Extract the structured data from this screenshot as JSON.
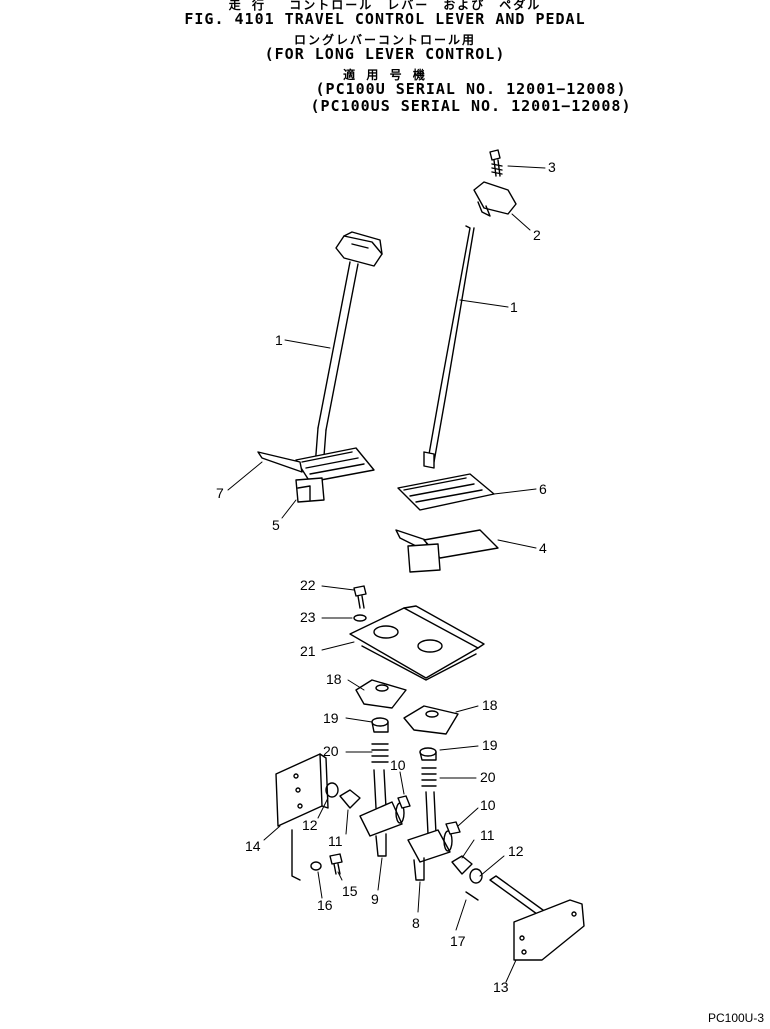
{
  "header": {
    "title_jp": "走 行　 コントロール　レバー　および　ペダル",
    "title_en": "FIG. 4101  TRAVEL CONTROL LEVER AND PEDAL",
    "subtitle_jp": "ロングレバーコントロール用",
    "subtitle_en": "(FOR LONG LEVER CONTROL)",
    "applicable_jp": "適 用 号 機",
    "serial_1": "(PC100U  SERIAL  NO. 12001−12008)",
    "serial_2": "(PC100US SERIAL  NO. 12001−12008)"
  },
  "callouts": [
    {
      "id": "c3",
      "label": "3"
    },
    {
      "id": "c2",
      "label": "2"
    },
    {
      "id": "c1a",
      "label": "1"
    },
    {
      "id": "c1b",
      "label": "1"
    },
    {
      "id": "c7",
      "label": "7"
    },
    {
      "id": "c5",
      "label": "5"
    },
    {
      "id": "c6",
      "label": "6"
    },
    {
      "id": "c4",
      "label": "4"
    },
    {
      "id": "c22",
      "label": "22"
    },
    {
      "id": "c23",
      "label": "23"
    },
    {
      "id": "c21",
      "label": "21"
    },
    {
      "id": "c18a",
      "label": "18"
    },
    {
      "id": "c18b",
      "label": "18"
    },
    {
      "id": "c19a",
      "label": "19"
    },
    {
      "id": "c19b",
      "label": "19"
    },
    {
      "id": "c20a",
      "label": "20"
    },
    {
      "id": "c20b",
      "label": "20"
    },
    {
      "id": "c10a",
      "label": "10"
    },
    {
      "id": "c10b",
      "label": "10"
    },
    {
      "id": "c12a",
      "label": "12"
    },
    {
      "id": "c12b",
      "label": "12"
    },
    {
      "id": "c11a",
      "label": "11"
    },
    {
      "id": "c11b",
      "label": "11"
    },
    {
      "id": "c14",
      "label": "14"
    },
    {
      "id": "c15",
      "label": "15"
    },
    {
      "id": "c16",
      "label": "16"
    },
    {
      "id": "c9",
      "label": "9"
    },
    {
      "id": "c8",
      "label": "8"
    },
    {
      "id": "c17",
      "label": "17"
    },
    {
      "id": "c13",
      "label": "13"
    }
  ],
  "footer": {
    "code": "PC100U-3"
  }
}
